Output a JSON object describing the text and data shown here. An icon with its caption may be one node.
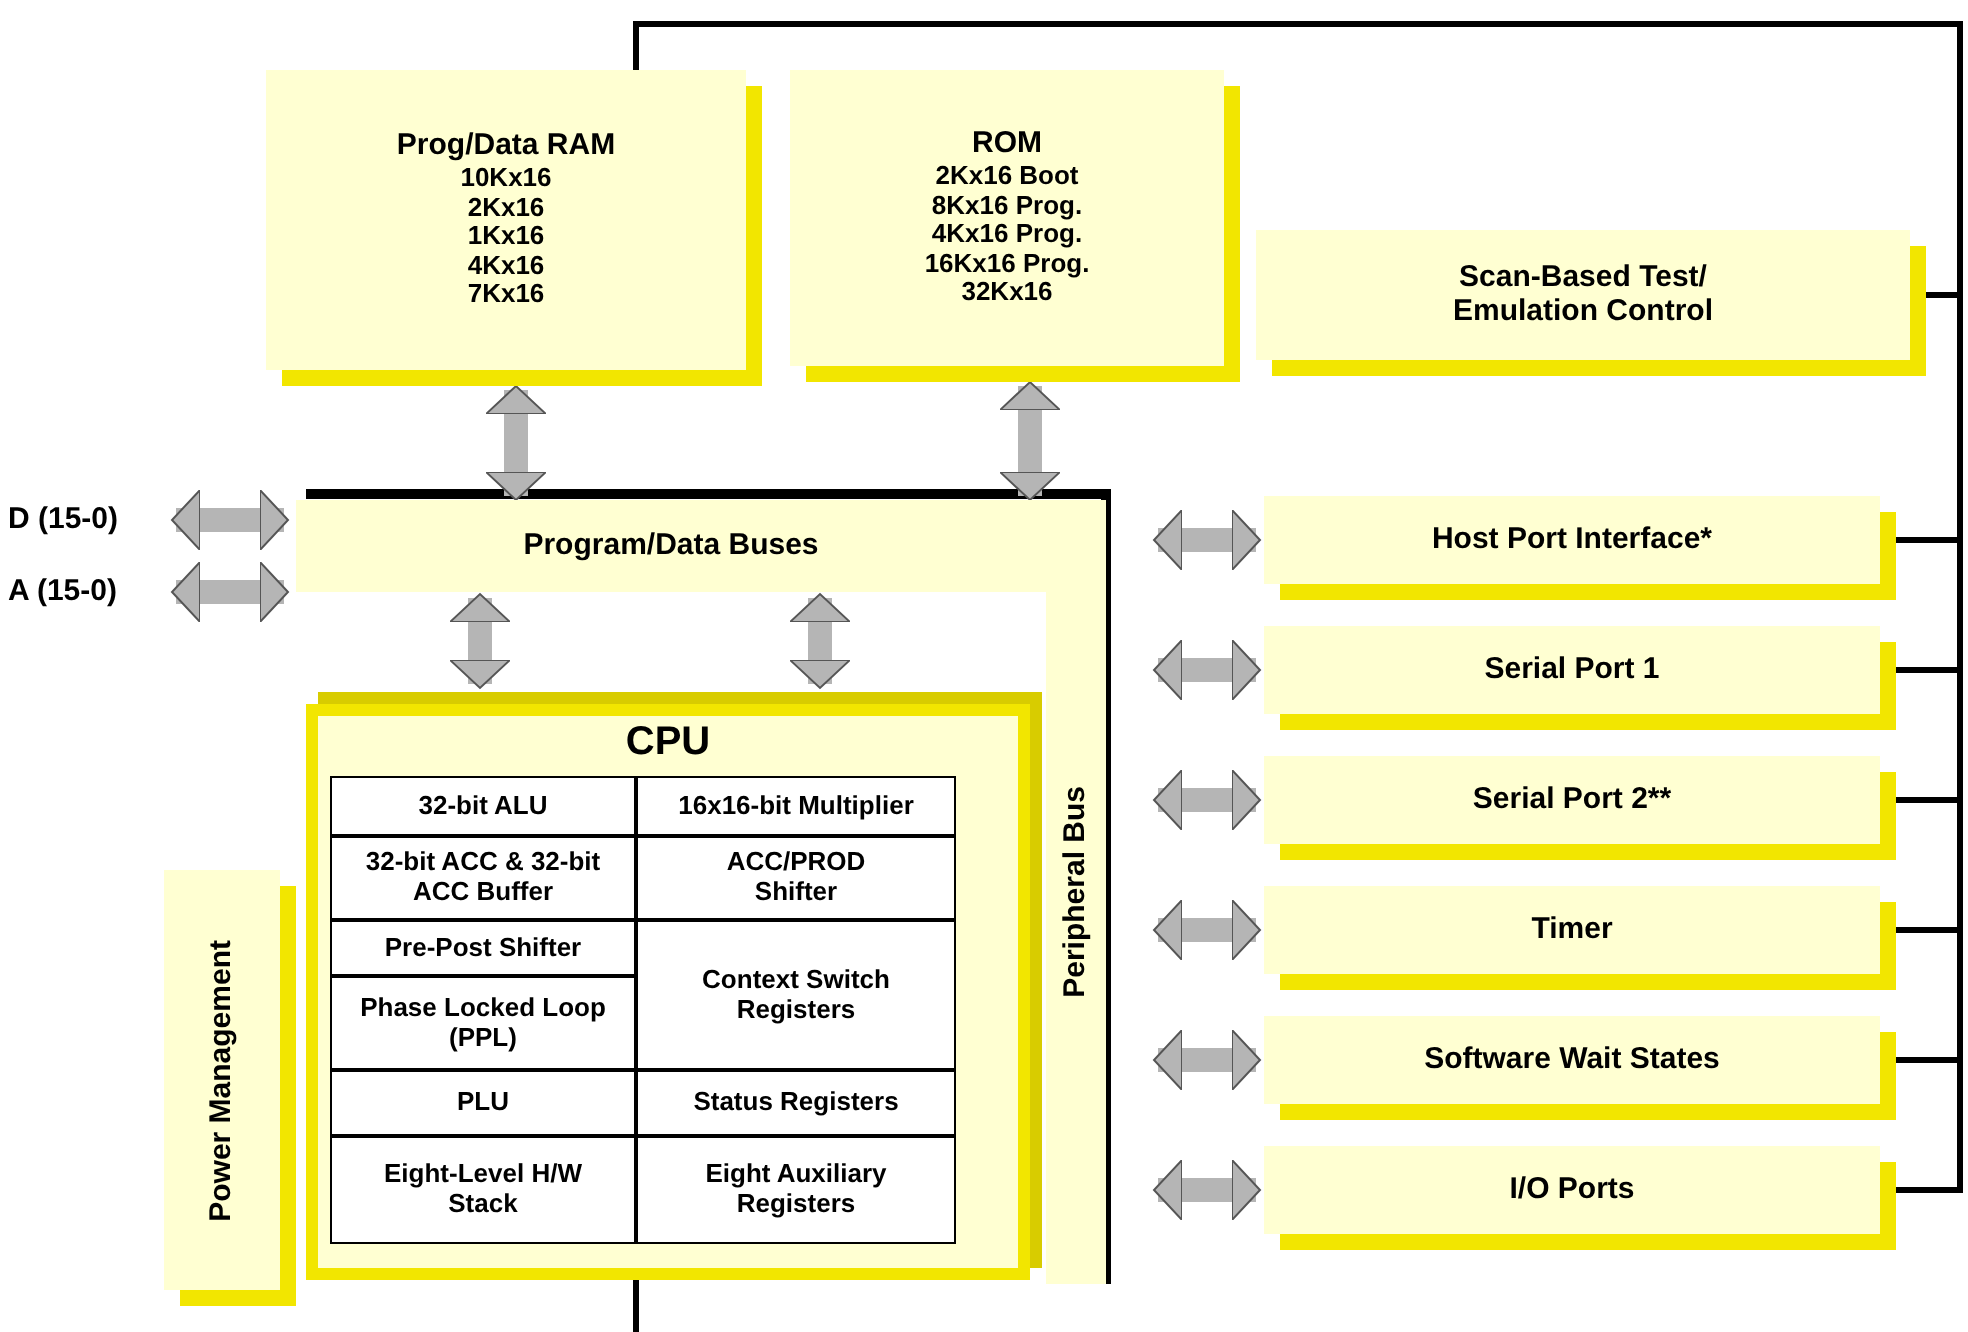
{
  "diagram": {
    "nodes": [
      {
        "text": [
          "Prog/Data RAM",
          "10Kx16",
          "2Kx16",
          "1Kx16",
          "4Kx16",
          "7Kx16"
        ]
      },
      {
        "text": [
          "ROM",
          "2Kx16 Boot",
          "8Kx16 Prog.",
          "4Kx16 Prog.",
          "16Kx16 Prog.",
          "32Kx16"
        ]
      },
      {
        "text": [
          "Scan-Based Test/ Emulation Control"
        ]
      },
      {
        "text": [
          "Program/Data Buses"
        ]
      },
      {
        "text": [
          "Peripheral Bus"
        ]
      },
      {
        "text": [
          "CPU"
        ]
      },
      {
        "text": [
          "32-bit ALU"
        ],
        "in": 5
      },
      {
        "text": [
          "16x16-bit Multiplier"
        ],
        "in": 5
      },
      {
        "text": [
          "32-bit ACC & 32-bit ACC Buffer"
        ],
        "in": 5
      },
      {
        "text": [
          "ACC/PROD Shifter"
        ],
        "in": 5
      },
      {
        "text": [
          "Pre-Post Shifter"
        ],
        "in": 5
      },
      {
        "text": [
          "Phase Locked Loop (PPL)"
        ],
        "in": 5
      },
      {
        "text": [
          "Context Switch Registers"
        ],
        "in": 5
      },
      {
        "text": [
          "PLU"
        ],
        "in": 5
      },
      {
        "text": [
          "Status Registers"
        ],
        "in": 5
      },
      {
        "text": [
          "Eight-Level H/W Stack"
        ],
        "in": 5
      },
      {
        "text": [
          "Eight Auxiliary Registers"
        ],
        "in": 5
      },
      {
        "text": [
          "Power Management"
        ]
      },
      {
        "text": [
          "Host Port Interface*"
        ]
      },
      {
        "text": [
          "Serial Port 1"
        ]
      },
      {
        "text": [
          "Serial Port 2**"
        ]
      },
      {
        "text": [
          "Timer"
        ]
      },
      {
        "text": [
          "Software Wait States"
        ]
      },
      {
        "text": [
          "I/O Ports"
        ]
      },
      {
        "text": [
          "D (15-0)"
        ]
      },
      {
        "text": [
          "A (15-0)"
        ]
      }
    ],
    "edges": [
      {
        "from": 0,
        "to": 3,
        "arrow": "both"
      },
      {
        "from": 1,
        "to": 3,
        "arrow": "both"
      },
      {
        "from": 3,
        "to": 5,
        "arrow": "both"
      },
      {
        "from": 3,
        "to": 5,
        "arrow": "both"
      },
      {
        "from": 24,
        "to": 3,
        "arrow": "both"
      },
      {
        "from": 25,
        "to": 3,
        "arrow": "both"
      },
      {
        "from": 4,
        "to": 18,
        "arrow": "both"
      },
      {
        "from": 4,
        "to": 19,
        "arrow": "both"
      },
      {
        "from": 4,
        "to": 20,
        "arrow": "both"
      },
      {
        "from": 4,
        "to": 21,
        "arrow": "both"
      },
      {
        "from": 4,
        "to": 22,
        "arrow": "both"
      },
      {
        "from": 4,
        "to": 23,
        "arrow": "both"
      },
      {
        "from": 0,
        "to": 2,
        "arrow": "none",
        "color": "#000000"
      },
      {
        "from": 0,
        "to": 18,
        "arrow": "none",
        "color": "#000000"
      },
      {
        "from": 0,
        "to": 19,
        "arrow": "none",
        "color": "#000000"
      },
      {
        "from": 0,
        "to": 20,
        "arrow": "none",
        "color": "#000000"
      },
      {
        "from": 0,
        "to": 21,
        "arrow": "none",
        "color": "#000000"
      },
      {
        "from": 0,
        "to": 22,
        "arrow": "none",
        "color": "#000000"
      },
      {
        "from": 0,
        "to": 23,
        "arrow": "none",
        "color": "#000000"
      },
      {
        "from": 5,
        "to": null,
        "arrow": "none",
        "color": "#000000"
      }
    ]
  }
}
